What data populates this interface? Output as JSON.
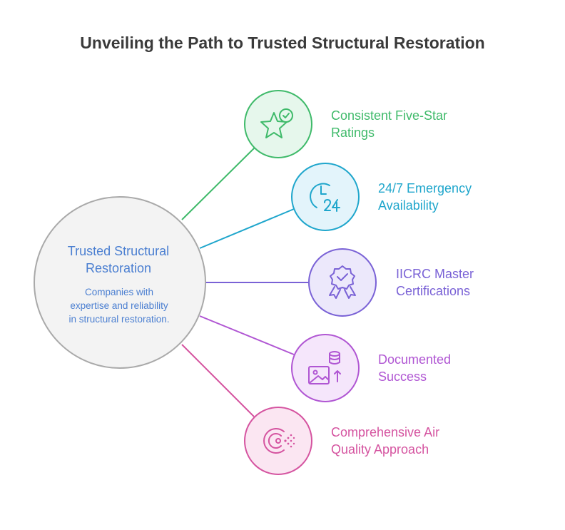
{
  "title": "Unveiling the Path to Trusted Structural Restoration",
  "center": {
    "title_line1": "Trusted Structural",
    "title_line2": "Restoration",
    "desc_line1": "Companies with",
    "desc_line2": "expertise and reliability",
    "desc_line3": "in structural restoration."
  },
  "nodes": [
    {
      "line1": "Consistent Five-Star",
      "line2": "Ratings",
      "icon": "star-check-icon",
      "color": "#3fba6a",
      "fill": "#e6f7ec"
    },
    {
      "line1": "24/7 Emergency",
      "line2": "Availability",
      "icon": "clock-24-icon",
      "color": "#1fa6cc",
      "fill": "#e3f4fb"
    },
    {
      "line1": "IICRC Master",
      "line2": "Certifications",
      "icon": "award-badge-icon",
      "color": "#7a62d6",
      "fill": "#ece8fb"
    },
    {
      "line1": "Documented",
      "line2": "Success",
      "icon": "image-data-growth-icon",
      "color": "#b056d3",
      "fill": "#f5e6fb"
    },
    {
      "line1": "Comprehensive Air",
      "line2": "Quality Approach",
      "icon": "air-quality-icon",
      "color": "#d554a0",
      "fill": "#fbe6f2"
    }
  ]
}
